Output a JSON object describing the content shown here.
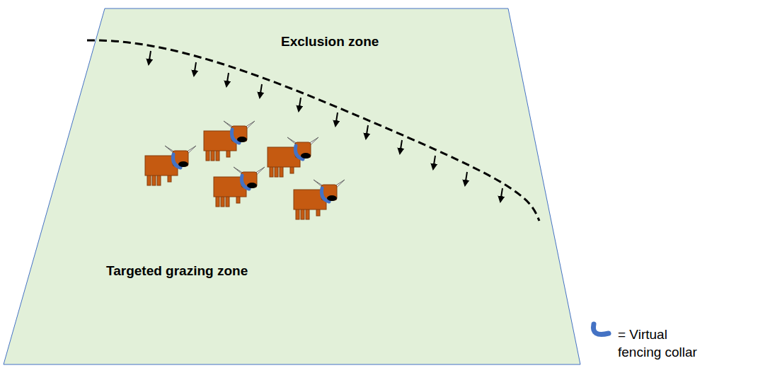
{
  "diagram": {
    "labels": [
      "Exclusion zone",
      "Targeted grazing zone"
    ],
    "legend": [
      {
        "text": "= Virtual fencing collar"
      }
    ]
  }
}
